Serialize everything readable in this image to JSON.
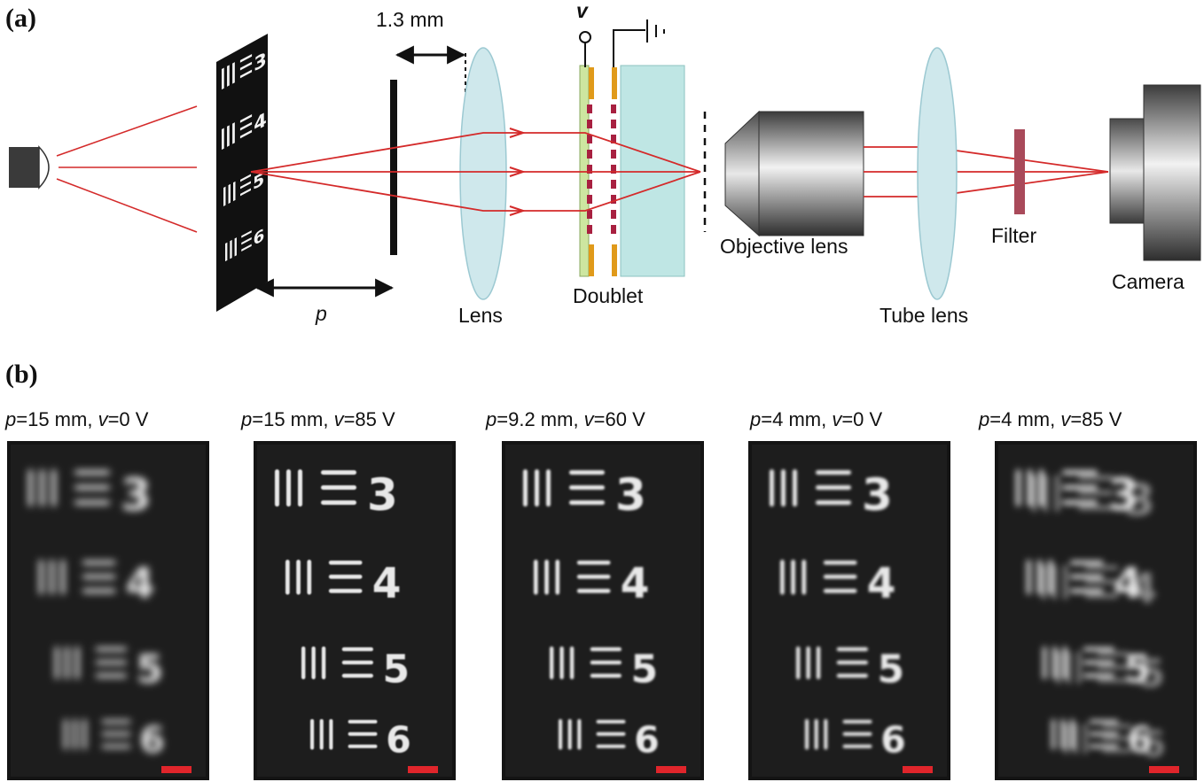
{
  "panels": {
    "a": "(a)",
    "b": "(b)"
  },
  "setup": {
    "dim_aperture": "1.3 mm",
    "dim_p": "p",
    "voltage_symbol": "v",
    "lens": "Lens",
    "doublet": "Doublet",
    "objective": "Objective lens",
    "tube_lens": "Tube lens",
    "filter": "Filter",
    "camera": "Camera"
  },
  "target_digits": [
    "3",
    "4",
    "5",
    "6"
  ],
  "images": [
    {
      "p_sym": "p",
      "p_val": "=15 mm, ",
      "v_sym": "v",
      "v_val": "=0 V",
      "blur": 4.2,
      "ghost": false
    },
    {
      "p_sym": "p",
      "p_val": "=15 mm, ",
      "v_sym": "v",
      "v_val": "=85 V",
      "blur": 0.9,
      "ghost": false
    },
    {
      "p_sym": "p",
      "p_val": "=9.2 mm, ",
      "v_sym": "v",
      "v_val": "=60 V",
      "blur": 1.2,
      "ghost": false
    },
    {
      "p_sym": "p",
      "p_val": "=4 mm, ",
      "v_sym": "v",
      "v_val": "=0 V",
      "blur": 1.6,
      "ghost": false
    },
    {
      "p_sym": "p",
      "p_val": "=4 mm, ",
      "v_sym": "v",
      "v_val": "=85 V",
      "blur": 3.6,
      "ghost": true
    }
  ],
  "colors": {
    "ray": "#d42a2a",
    "lens_fill": "#cfe8ec",
    "lens_stroke": "#9cc9d2",
    "scale_bar": "#e0252b",
    "filter": "#a94a5a",
    "doublet_glass": "#bfe6e4",
    "electrode": "#e09a1a",
    "green_plate": "#cde6a0"
  }
}
